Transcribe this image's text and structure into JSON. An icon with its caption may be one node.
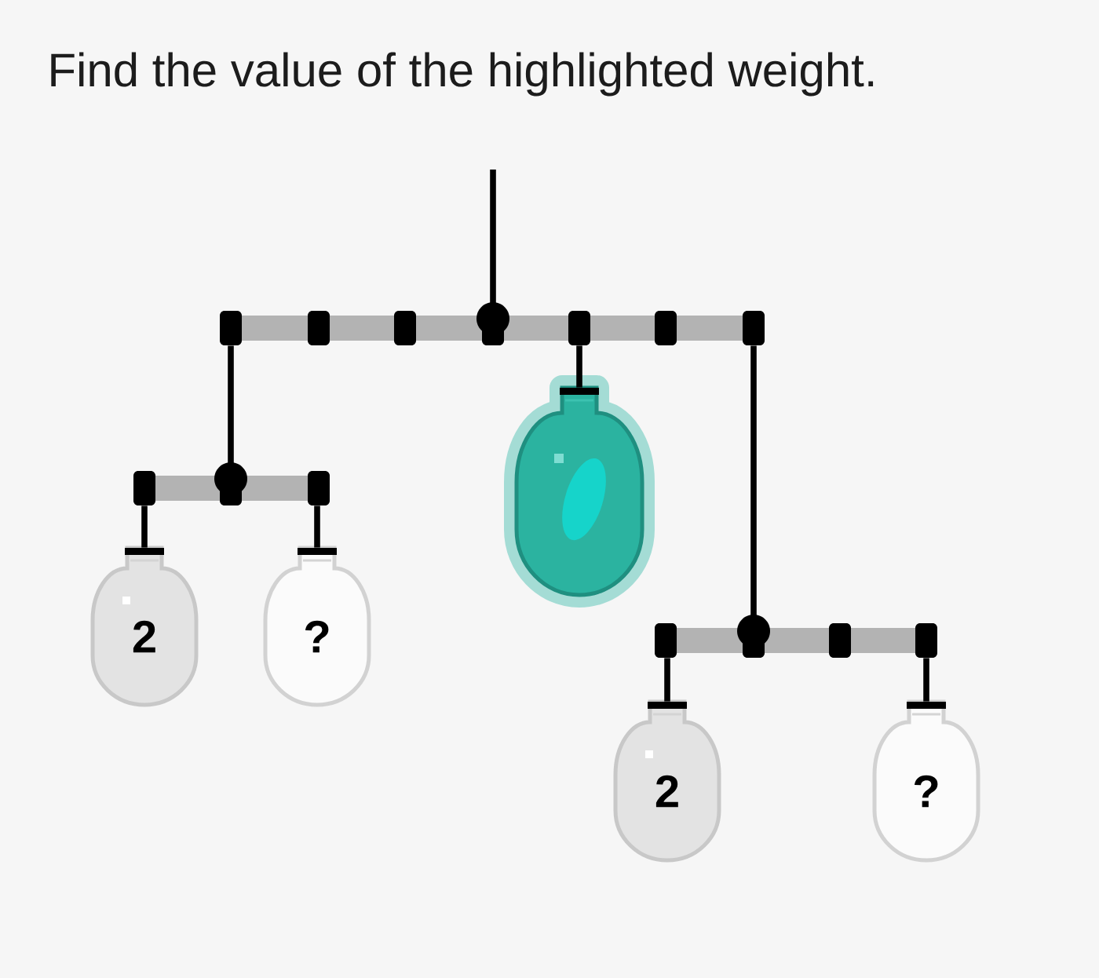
{
  "diagram": {
    "title": "Find the value of the highlighted weight.",
    "nodes": [
      {
        "text": [],
        "shape": "bar"
      },
      {
        "text": [],
        "shape": "bar"
      },
      {
        "text": [],
        "shape": "weight"
      },
      {
        "text": [],
        "shape": "bar"
      },
      {
        "text": [
          "2"
        ]
      },
      {
        "text": [
          "?"
        ]
      },
      {
        "text": [
          "2"
        ]
      },
      {
        "text": [
          "?"
        ]
      }
    ],
    "edges": [
      {
        "from": null,
        "to": 0,
        "arrow": "none"
      },
      {
        "from": 0,
        "to": 1,
        "arrow": "none"
      },
      {
        "from": 0,
        "to": 2,
        "arrow": "none"
      },
      {
        "from": 0,
        "to": 3,
        "arrow": "none"
      },
      {
        "from": 1,
        "to": 4,
        "arrow": "none"
      },
      {
        "from": 1,
        "to": 5,
        "arrow": "none"
      },
      {
        "from": 3,
        "to": 6,
        "arrow": "none"
      },
      {
        "from": 3,
        "to": 7,
        "arrow": "none"
      }
    ]
  }
}
